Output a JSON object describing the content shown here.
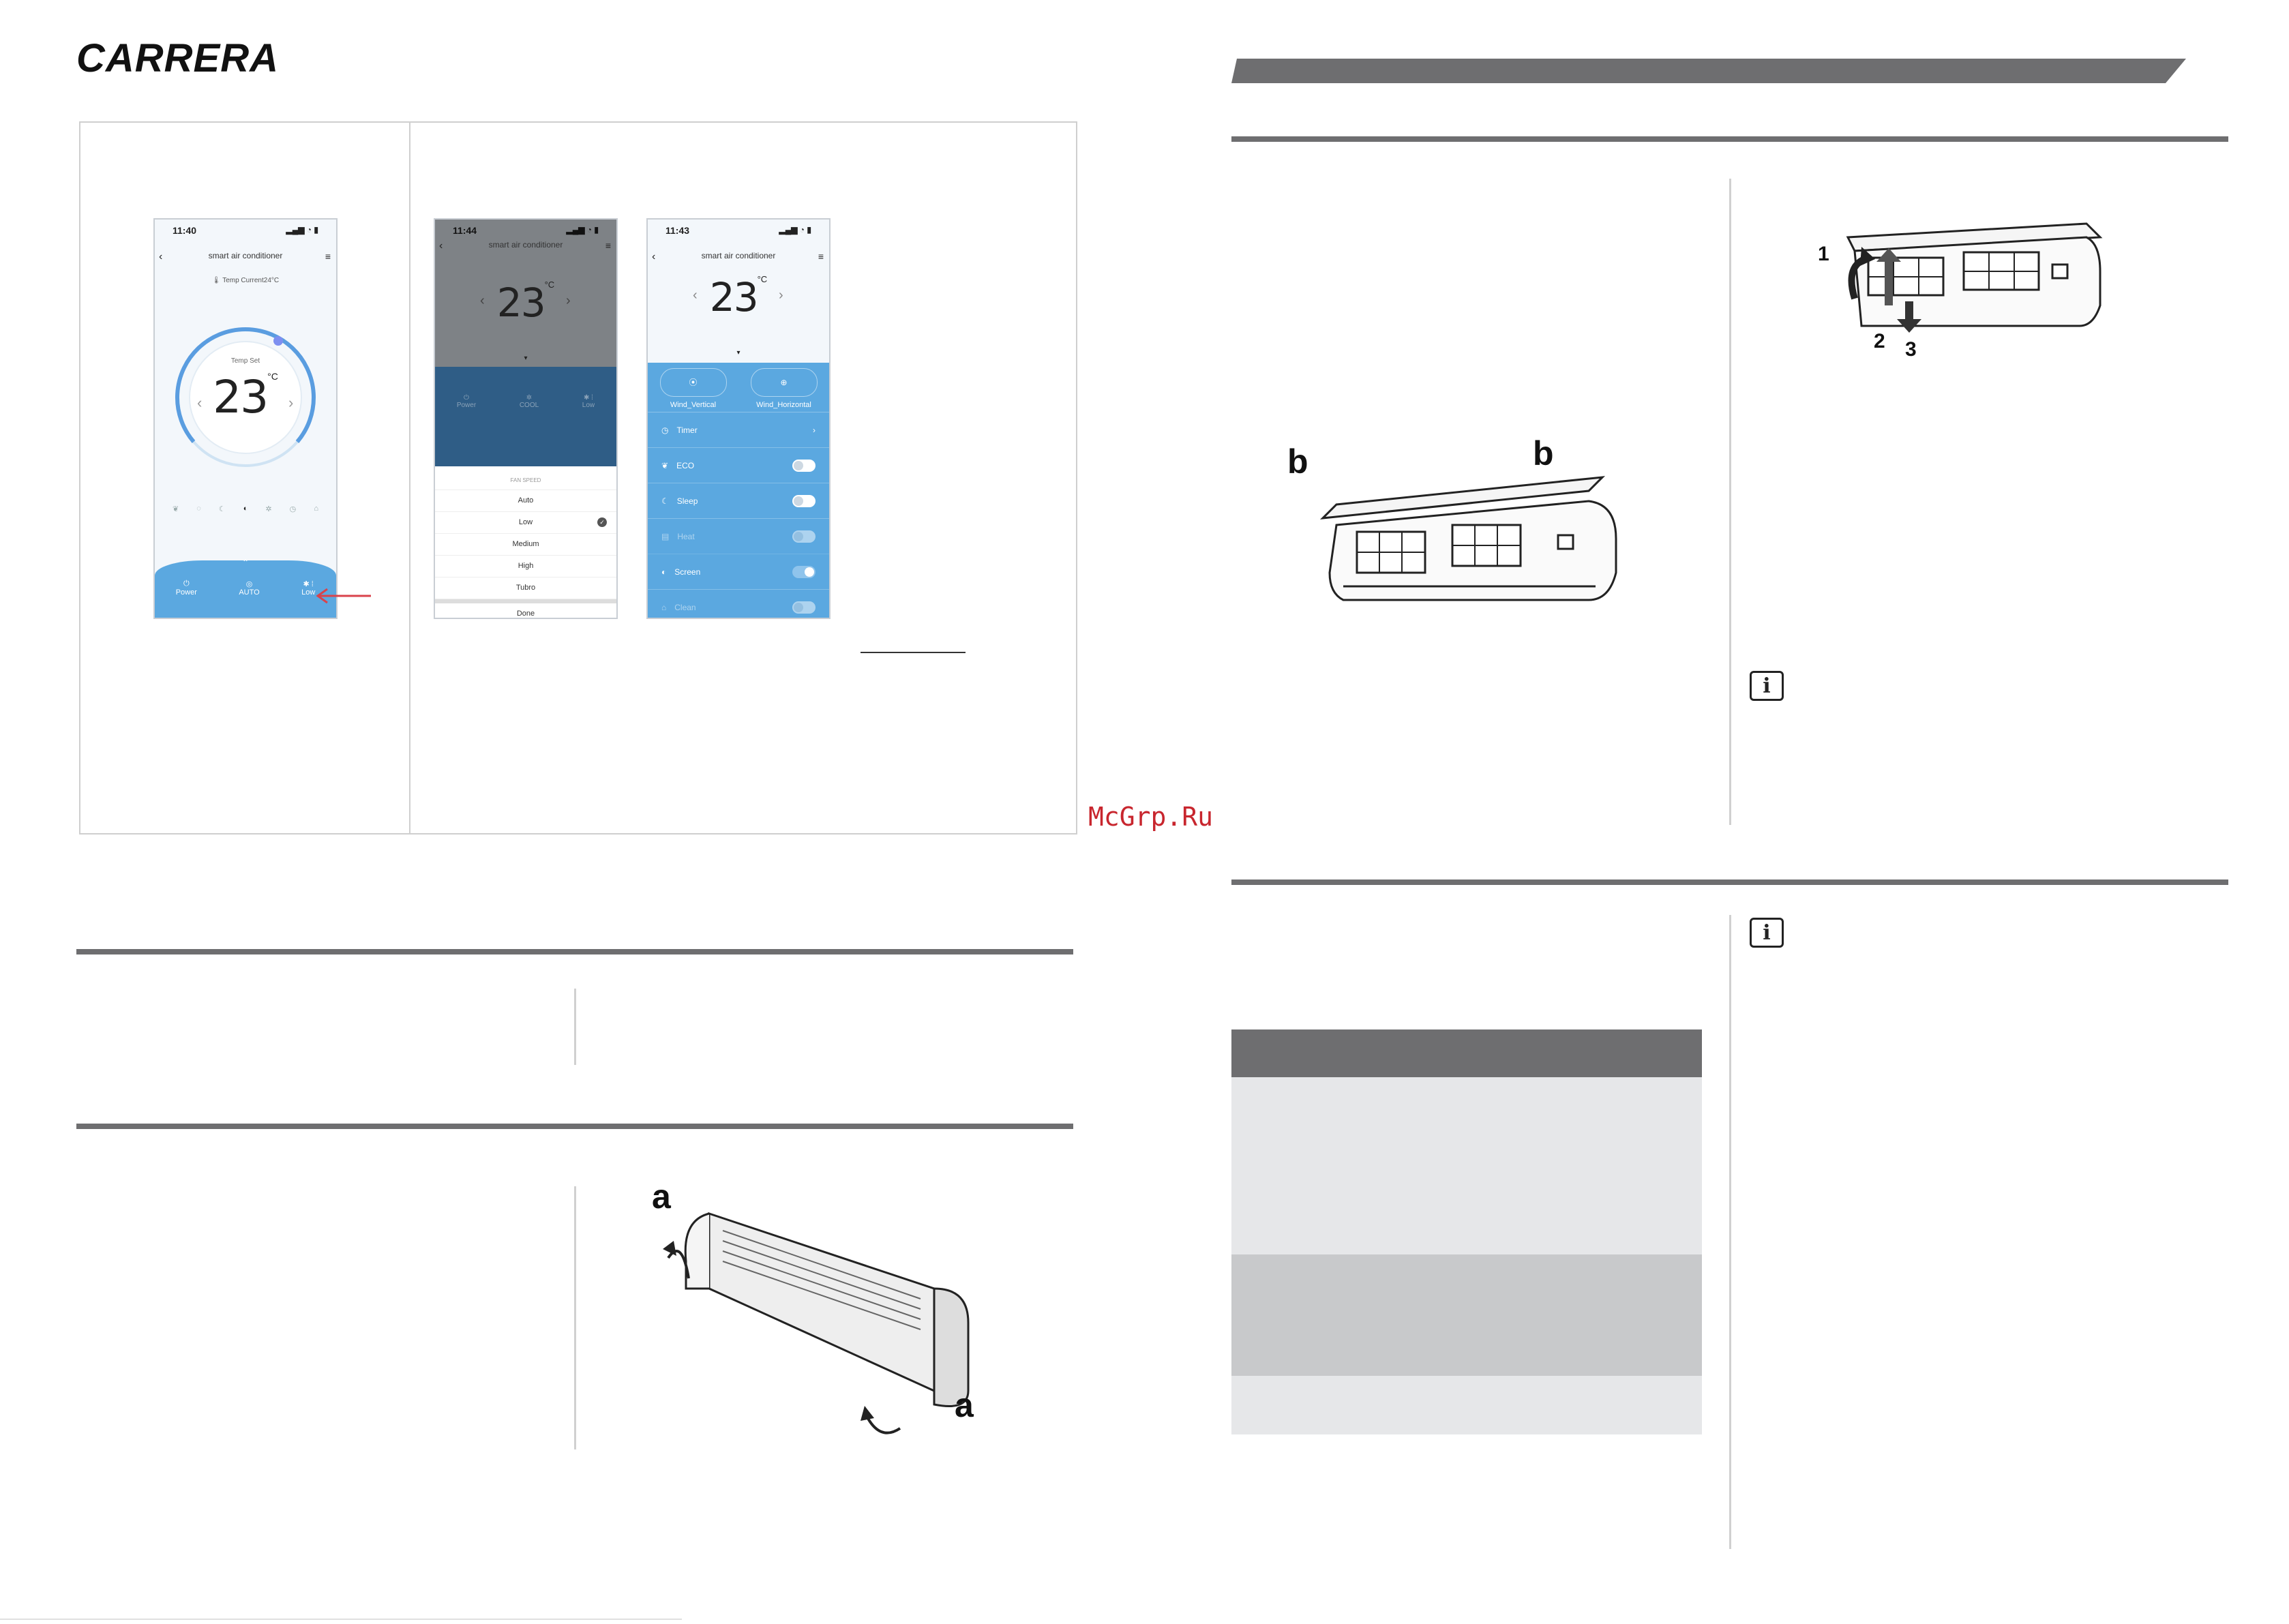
{
  "brand": {
    "logo_text": "CARRERA"
  },
  "watermark": "McGrp.Ru",
  "phone1": {
    "time": "11:40",
    "title": "smart air conditioner",
    "temp_current": "Temp Current24°C",
    "temp_set_label": "Temp Set",
    "temp_value": "23",
    "unit": "°C",
    "bottom_buttons": [
      {
        "label": "Power",
        "icon": "power-icon"
      },
      {
        "label": "AUTO",
        "icon": "auto-icon"
      },
      {
        "label": "Low",
        "icon": "fan-icon"
      }
    ]
  },
  "phone2": {
    "time": "11:44",
    "title": "smart air conditioner",
    "temp_value": "23",
    "unit": "°C",
    "mode_buttons": [
      {
        "label": "Power"
      },
      {
        "label": "COOL"
      },
      {
        "label": "Low"
      }
    ],
    "fan_speed_header": "FAN SPEED",
    "fan_options": [
      "Auto",
      "Low",
      "Medium",
      "High",
      "Tubro"
    ],
    "selected_option": "Low",
    "done_label": "Done"
  },
  "phone3": {
    "time": "11:43",
    "title": "smart air conditioner",
    "temp_value": "23",
    "unit": "°C",
    "wind_buttons": [
      {
        "label": "Wind_Vertical"
      },
      {
        "label": "Wind_Horizontal"
      }
    ],
    "settings": [
      {
        "label": "Timer",
        "control": "chevron"
      },
      {
        "label": "ECO",
        "control": "toggle-off"
      },
      {
        "label": "Sleep",
        "control": "toggle-off"
      },
      {
        "label": "Heat",
        "control": "toggle-off-dim"
      },
      {
        "label": "Screen",
        "control": "toggle-on"
      },
      {
        "label": "Clean",
        "control": "toggle-off-dim"
      }
    ]
  },
  "figures": {
    "unit_a_labels": [
      "a",
      "a"
    ],
    "unit_b_labels": [
      "b",
      "b"
    ],
    "filter_step_labels": [
      "1",
      "2",
      "3"
    ]
  },
  "colors": {
    "rule_gray": "#6e6e70",
    "app_blue": "#5ba8e0",
    "arrow_red": "#d9434b",
    "table_header": "#6e6e70",
    "table_row_light": "#e6e7e9",
    "table_row_dark": "#c8c9cb"
  }
}
